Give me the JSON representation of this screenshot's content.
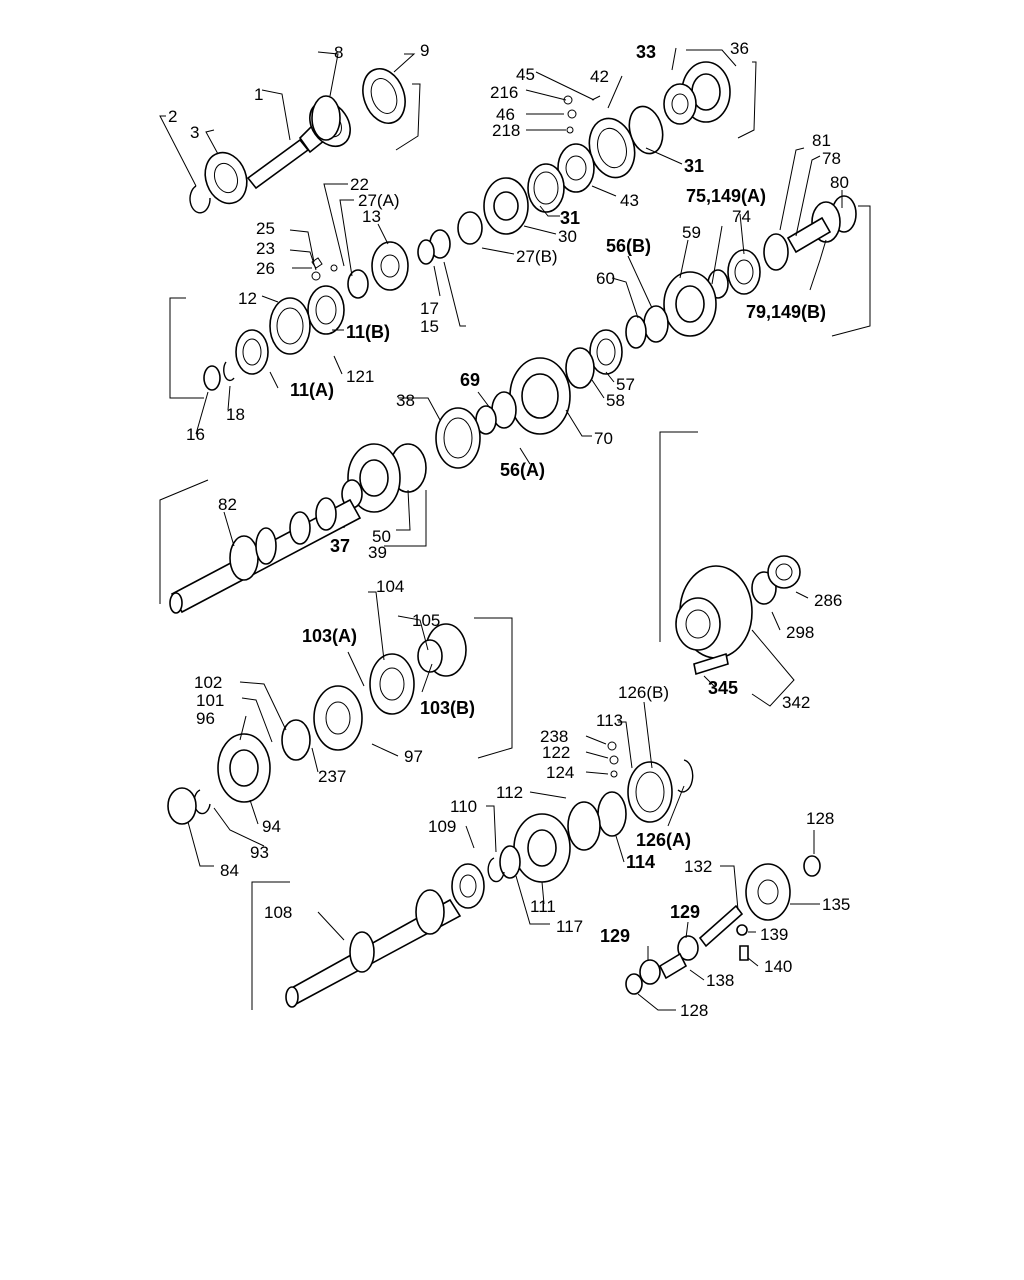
{
  "diagram": {
    "labels": {
      "p1": "1",
      "p2": "2",
      "p3": "3",
      "p8": "8",
      "p9": "9",
      "p33": "33",
      "p36": "36",
      "p45": "45",
      "p216": "216",
      "p42": "42",
      "p46": "46",
      "p218": "218",
      "p31a": "31",
      "p43": "43",
      "p31b": "31",
      "p30": "30",
      "p27b": "27(B)",
      "p22": "22",
      "p27a": "27(A)",
      "p13": "13",
      "p25": "25",
      "p23": "23",
      "p26": "26",
      "p17": "17",
      "p15": "15",
      "p12": "12",
      "p11b": "11(B)",
      "p121": "121",
      "p11a": "11(A)",
      "p16": "16",
      "p18": "18",
      "p81": "81",
      "p78": "78",
      "p75": "75,149(A)",
      "p80": "80",
      "p74": "74",
      "p59": "59",
      "p56b": "56(B)",
      "p60": "60",
      "p79": "79,149(B)",
      "p57": "57",
      "p58": "58",
      "p69": "69",
      "p38": "38",
      "p70": "70",
      "p56a": "56(A)",
      "p82": "82",
      "p37": "37",
      "p50": "50",
      "p39": "39",
      "p104": "104",
      "p105": "105",
      "p103a": "103(A)",
      "p103b": "103(B)",
      "p102": "102",
      "p101": "101",
      "p96": "96",
      "p97": "97",
      "p237": "237",
      "p94": "94",
      "p93": "93",
      "p84": "84",
      "p286": "286",
      "p298": "298",
      "p345": "345",
      "p342": "342",
      "p126b": "126(B)",
      "p113": "113",
      "p238": "238",
      "p122": "122",
      "p124": "124",
      "p112": "112",
      "p110": "110",
      "p109": "109",
      "p126a": "126(A)",
      "p114": "114",
      "p111": "111",
      "p117": "117",
      "p108": "108",
      "p128a": "128",
      "p132": "132",
      "p135": "135",
      "p129a": "129",
      "p139": "139",
      "p129b": "129",
      "p140": "140",
      "p138": "138",
      "p128b": "128"
    },
    "icons": [
      "gear-icon",
      "bearing-icon",
      "shaft-icon",
      "snap-ring-icon",
      "synchronizer-ring-icon"
    ]
  }
}
